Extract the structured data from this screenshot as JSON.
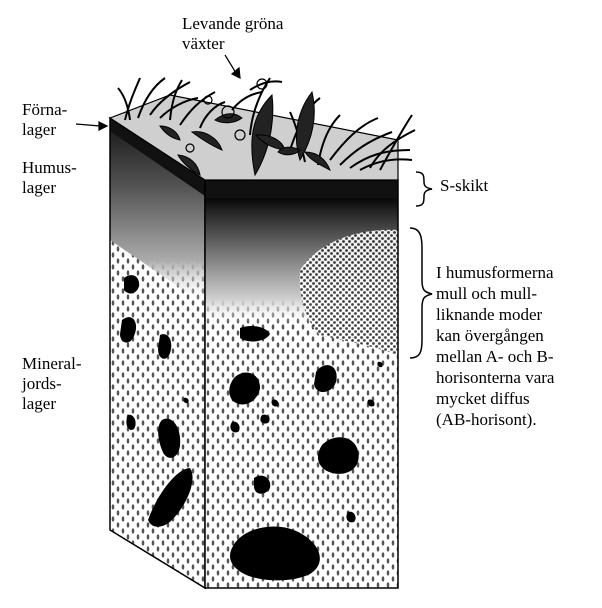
{
  "labels": {
    "plants": [
      "Levande gröna",
      "växter"
    ],
    "litter": [
      "Förna-",
      "lager"
    ],
    "humus": [
      "Humus-",
      "lager"
    ],
    "mineral": [
      "Mineral-",
      "jords-",
      "lager"
    ],
    "s_layer": "S-skikt",
    "description": [
      "I humusformerna",
      "mull och mull-",
      "liknande moder",
      "kan övergången",
      "mellan A- och B-",
      "horisonterna vara",
      "mycket diffus",
      "(AB-horisont)."
    ]
  },
  "colors": {
    "ink": "#000000",
    "paper": "#ffffff",
    "humus_dark": "#2a2a2a",
    "top_surface": "#c8c8c8"
  }
}
